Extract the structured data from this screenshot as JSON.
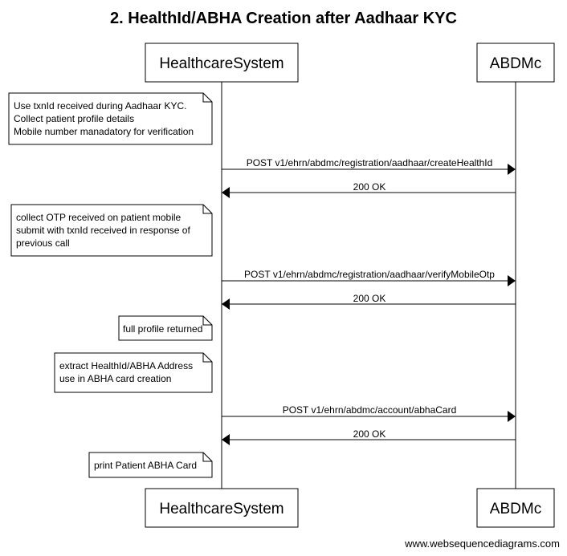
{
  "title": "2. HealthId/ABHA Creation after Aadhaar KYC",
  "actors": {
    "left": "HealthcareSystem",
    "right": "ABDMc"
  },
  "notes": [
    {
      "lines": [
        "Use txnId received during Aadhaar KYC.",
        "Collect patient profile details",
        "Mobile number manadatory for verification"
      ]
    },
    {
      "lines": [
        "collect OTP received on patient mobile",
        "submit with txnId received in response of",
        "previous call"
      ]
    },
    {
      "lines": [
        "full profile returned"
      ]
    },
    {
      "lines": [
        "extract HealthId/ABHA Address",
        "use in ABHA card creation"
      ]
    },
    {
      "lines": [
        "print Patient ABHA Card"
      ]
    }
  ],
  "messages": [
    {
      "label": "POST v1/ehrn/abdmc/registration/aadhaar/createHealthId",
      "direction": "to-right"
    },
    {
      "label": "200 OK",
      "direction": "to-left"
    },
    {
      "label": "POST v1/ehrn/abdmc/registration/aadhaar/verifyMobileOtp",
      "direction": "to-right"
    },
    {
      "label": "200 OK",
      "direction": "to-left"
    },
    {
      "label": "POST v1/ehrn/abdmc/account/abhaCard",
      "direction": "to-right"
    },
    {
      "label": "200 OK",
      "direction": "to-left"
    }
  ],
  "footer": "www.websequencediagrams.com"
}
